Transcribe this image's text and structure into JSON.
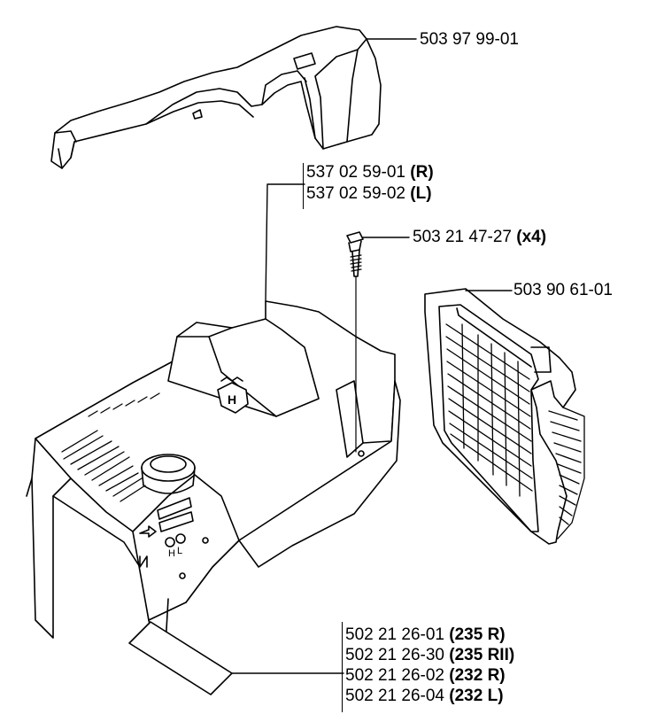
{
  "parts": {
    "top_cover": {
      "number": "503 97 99-01"
    },
    "engine_cover": {
      "lines": [
        {
          "number": "537 02 59-01",
          "variant": "(R)"
        },
        {
          "number": "537 02 59-02",
          "variant": "(L)"
        }
      ]
    },
    "screw": {
      "number": "503 21 47-27",
      "qty": "(x4)"
    },
    "air_filter_grille": {
      "number": "503 90 61-01"
    },
    "decal": {
      "lines": [
        {
          "number": "502 21 26-01",
          "variant": "(235 R)"
        },
        {
          "number": "502 21 26-30",
          "variant": "(235 RII)"
        },
        {
          "number": "502 21 26-02",
          "variant": "(232 R)"
        },
        {
          "number": "502 21 26-04",
          "variant": "(232 L)"
        }
      ]
    }
  },
  "cover_markings": {
    "mix_screw_labels": [
      "H",
      "L"
    ]
  }
}
